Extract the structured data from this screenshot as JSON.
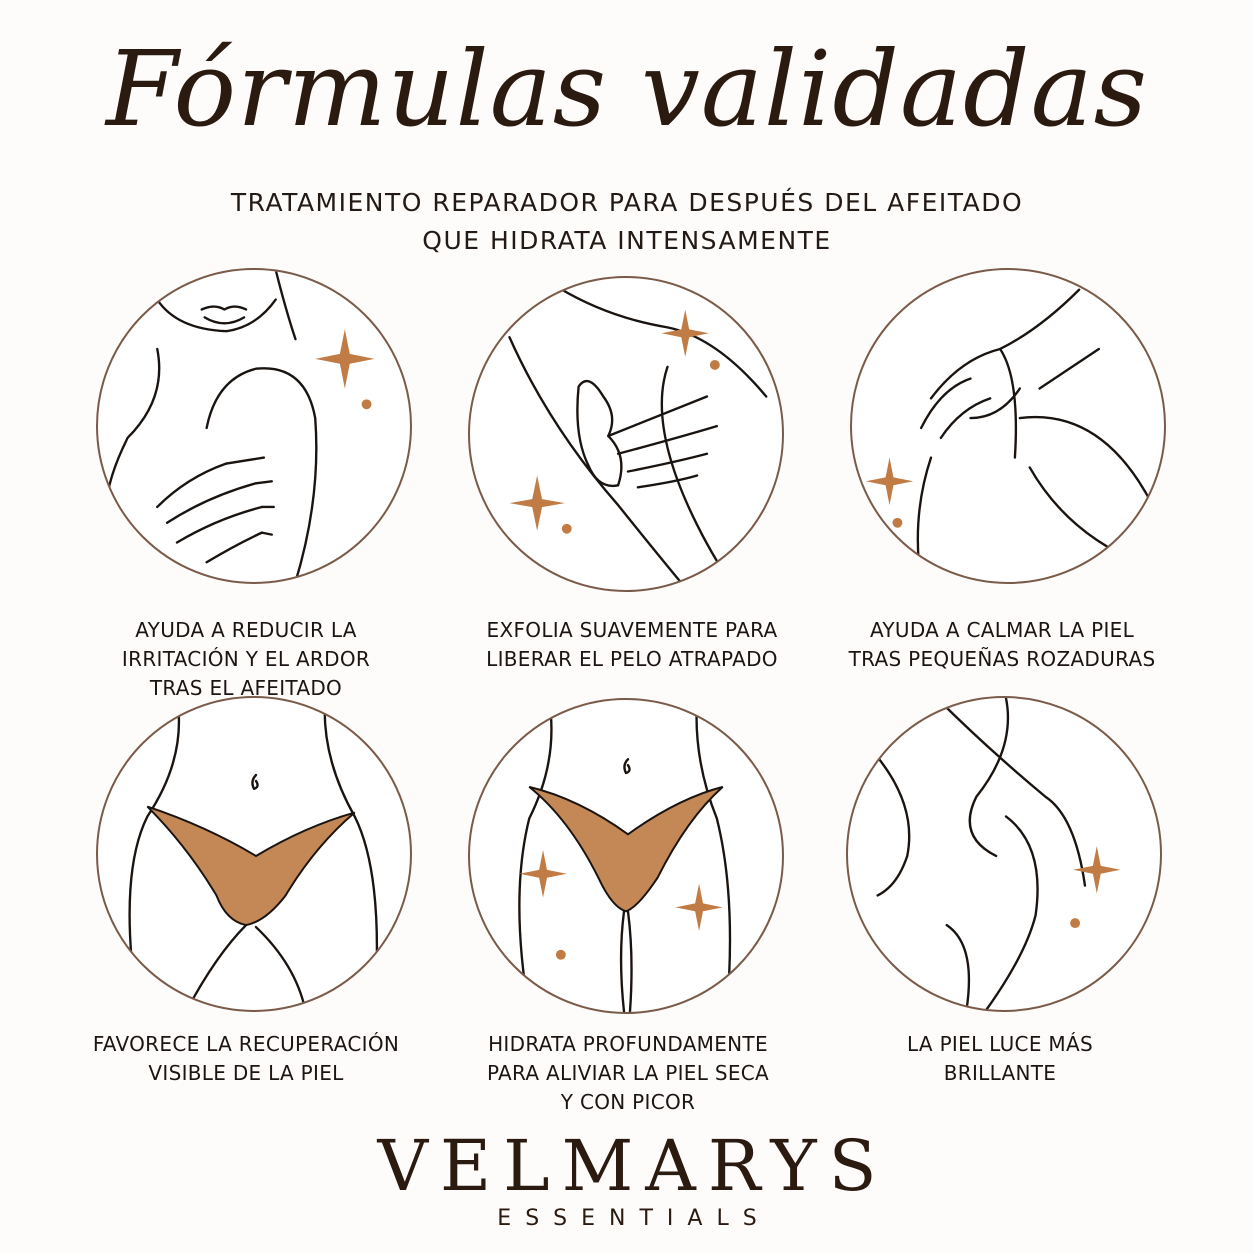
{
  "title": "Fórmulas validadas",
  "subtitle": {
    "line1": "TRATAMIENTO REPARADOR PARA DESPUÉS DEL AFEITADO",
    "line2": "QUE HIDRATA INTENSAMENTE"
  },
  "benefits": [
    {
      "icon": "hand-on-shoulder-icon",
      "lines": [
        "AYUDA A REDUCIR LA",
        "IRRITACIÓN Y EL ARDOR",
        "TRAS EL AFEITADO"
      ]
    },
    {
      "icon": "hand-applying-cream-icon",
      "lines": [
        "EXFOLIA SUAVEMENTE PARA",
        "LIBERAR EL PELO ATRAPADO"
      ]
    },
    {
      "icon": "hand-on-thigh-icon",
      "lines": [
        "AYUDA A CALMAR LA PIEL",
        "TRAS PEQUEÑAS ROZADURAS"
      ]
    },
    {
      "icon": "bikini-area-icon",
      "lines": [
        "FAVORECE LA RECUPERACIÓN",
        "VISIBLE DE LA PIEL"
      ]
    },
    {
      "icon": "bikini-sparkle-icon",
      "lines": [
        "HIDRATA PROFUNDAMENTE",
        "PARA ALIVIAR LA PIEL SECA",
        "Y CON PICOR"
      ]
    },
    {
      "icon": "underarm-icon",
      "lines": [
        "LA PIEL LUCE MÁS",
        "BRILLANTE"
      ]
    }
  ],
  "brand": {
    "name": "VELMARYS",
    "tagline": "ESSENTIALS"
  },
  "colors": {
    "accent": "#c17b45",
    "text": "#1c1512",
    "background": "#fdfcfb"
  }
}
